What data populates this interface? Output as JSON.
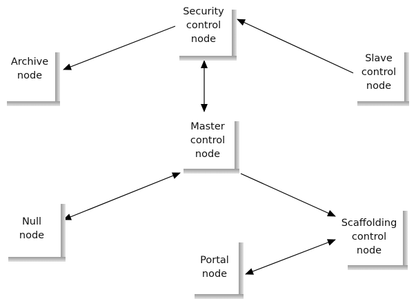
{
  "diagram": {
    "nodes": {
      "security": {
        "label": "Security\ncontrol\nnode"
      },
      "archive": {
        "label": "Archive\nnode"
      },
      "slave": {
        "label": "Slave\ncontrol\nnode"
      },
      "master": {
        "label": "Master\ncontrol\nnode"
      },
      "null": {
        "label": "Null\nnode"
      },
      "scaffolding": {
        "label": "Scaffolding\ncontrol\nnode"
      },
      "portal": {
        "label": "Portal\nnode"
      }
    },
    "edges": [
      {
        "from": "security",
        "to": "archive",
        "direction": "forward"
      },
      {
        "from": "slave",
        "to": "security",
        "direction": "forward"
      },
      {
        "from": "security",
        "to": "master",
        "direction": "both"
      },
      {
        "from": "null",
        "to": "master",
        "direction": "both"
      },
      {
        "from": "master",
        "to": "scaffolding",
        "direction": "forward"
      },
      {
        "from": "portal",
        "to": "scaffolding",
        "direction": "both"
      }
    ]
  }
}
